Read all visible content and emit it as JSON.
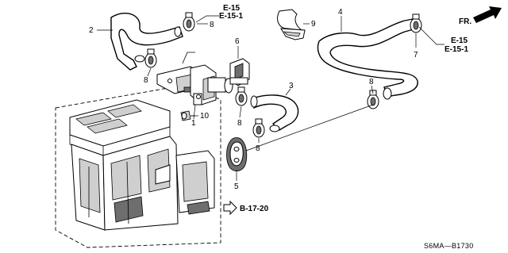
{
  "diagram": {
    "callouts": [
      {
        "id": "c1",
        "label": "1"
      },
      {
        "id": "c2",
        "label": "2"
      },
      {
        "id": "c3",
        "label": "3"
      },
      {
        "id": "c4",
        "label": "4"
      },
      {
        "id": "c5",
        "label": "5"
      },
      {
        "id": "c6",
        "label": "6"
      },
      {
        "id": "c7",
        "label": "7"
      },
      {
        "id": "c8a",
        "label": "8"
      },
      {
        "id": "c8b",
        "label": "8"
      },
      {
        "id": "c8c",
        "label": "8"
      },
      {
        "id": "c8d",
        "label": "8"
      },
      {
        "id": "c8e",
        "label": "8"
      },
      {
        "id": "c9",
        "label": "9"
      },
      {
        "id": "c10",
        "label": "10"
      }
    ],
    "refs": {
      "left_e15": "E-15",
      "left_e151": "E-15-1",
      "right_e15": "E-15",
      "right_e151": "E-15-1",
      "b1720": "B-17-20"
    },
    "direction_label": "FR.",
    "drawing_code": "S6MA—B1730"
  }
}
